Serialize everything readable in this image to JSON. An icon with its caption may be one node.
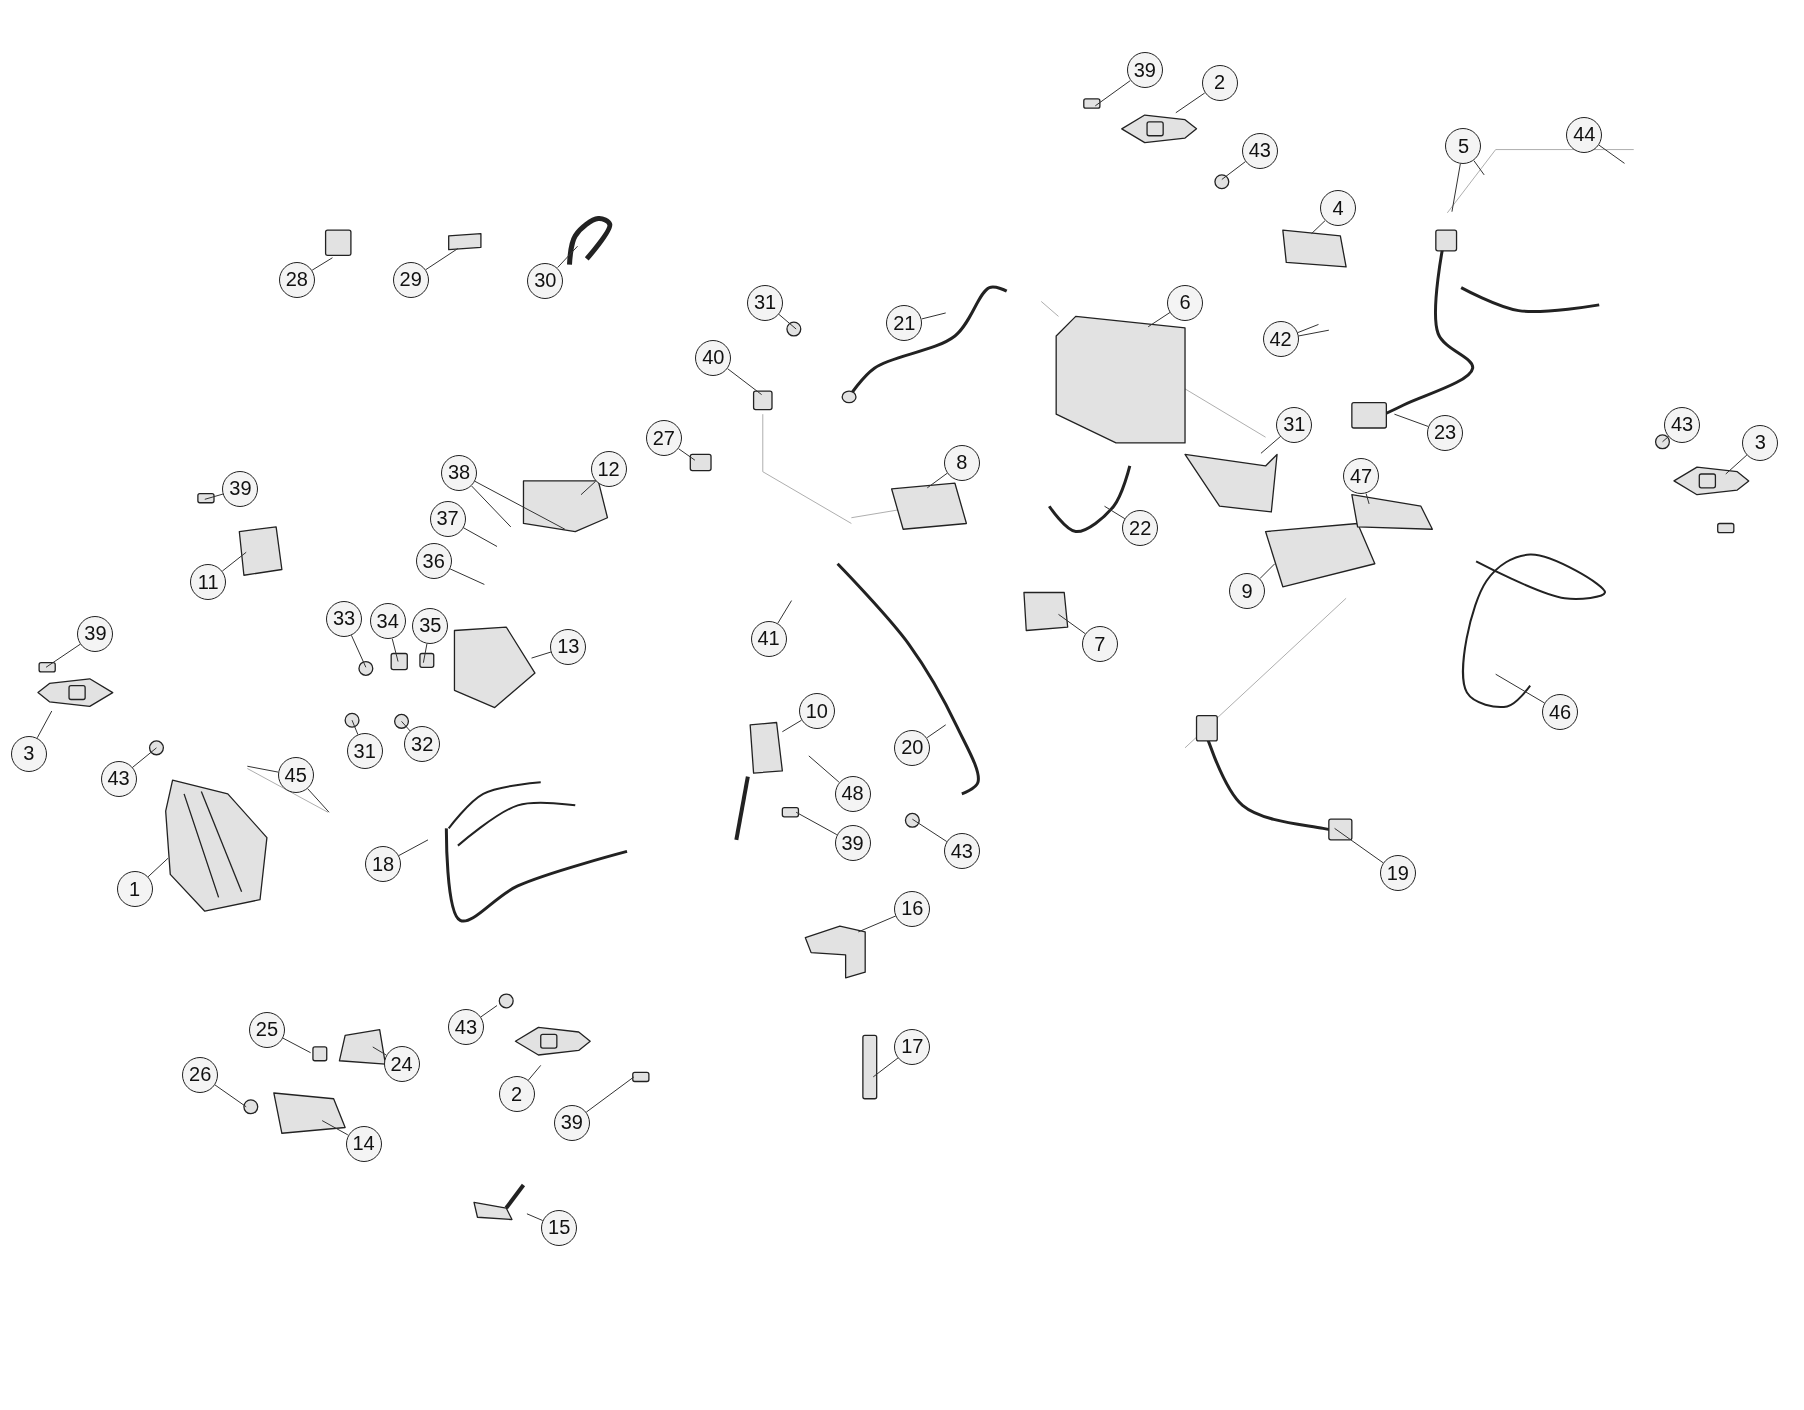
{
  "diagram": {
    "nodes": [
      {
        "text": [
          "39"
        ]
      },
      {
        "text": [
          "2"
        ]
      },
      {
        "text": [
          "43"
        ]
      },
      {
        "text": [
          "5"
        ]
      },
      {
        "text": [
          "44"
        ]
      },
      {
        "text": [
          "4"
        ]
      },
      {
        "text": [
          "28"
        ]
      },
      {
        "text": [
          "29"
        ]
      },
      {
        "text": [
          "30"
        ]
      },
      {
        "text": [
          "31"
        ]
      },
      {
        "text": [
          "21"
        ]
      },
      {
        "text": [
          "6"
        ]
      },
      {
        "text": [
          "42"
        ]
      },
      {
        "text": [
          "40"
        ]
      },
      {
        "text": [
          "23"
        ]
      },
      {
        "text": [
          "43"
        ]
      },
      {
        "text": [
          "3"
        ]
      },
      {
        "text": [
          "27"
        ]
      },
      {
        "text": [
          "31"
        ]
      },
      {
        "text": [
          "38"
        ]
      },
      {
        "text": [
          "12"
        ]
      },
      {
        "text": [
          "8"
        ]
      },
      {
        "text": [
          "47"
        ]
      },
      {
        "text": [
          "39"
        ]
      },
      {
        "text": [
          "22"
        ]
      },
      {
        "text": [
          "37"
        ]
      },
      {
        "text": [
          "36"
        ]
      },
      {
        "text": [
          "11"
        ]
      },
      {
        "text": [
          "9"
        ]
      },
      {
        "text": [
          "33"
        ]
      },
      {
        "text": [
          "34"
        ]
      },
      {
        "text": [
          "35"
        ]
      },
      {
        "text": [
          "13"
        ]
      },
      {
        "text": [
          "7"
        ]
      },
      {
        "text": [
          "41"
        ]
      },
      {
        "text": [
          "39"
        ]
      },
      {
        "text": [
          "3"
        ]
      },
      {
        "text": [
          "43"
        ]
      },
      {
        "text": [
          "31"
        ]
      },
      {
        "text": [
          "32"
        ]
      },
      {
        "text": [
          "45"
        ]
      },
      {
        "text": [
          "10"
        ]
      },
      {
        "text": [
          "20"
        ]
      },
      {
        "text": [
          "46"
        ]
      },
      {
        "text": [
          "48"
        ]
      },
      {
        "text": [
          "39"
        ]
      },
      {
        "text": [
          "43"
        ]
      },
      {
        "text": [
          "19"
        ]
      },
      {
        "text": [
          "1"
        ]
      },
      {
        "text": [
          "18"
        ]
      },
      {
        "text": [
          "16"
        ]
      },
      {
        "text": [
          "17"
        ]
      },
      {
        "text": [
          "43"
        ]
      },
      {
        "text": [
          "25"
        ]
      },
      {
        "text": [
          "24"
        ]
      },
      {
        "text": [
          "26"
        ]
      },
      {
        "text": [
          "2"
        ]
      },
      {
        "text": [
          "39"
        ]
      },
      {
        "text": [
          "14"
        ]
      },
      {
        "text": [
          "15"
        ]
      }
    ],
    "edges": [
      {
        "from": 0,
        "to": null,
        "arrow": "none"
      },
      {
        "from": 1,
        "to": null,
        "arrow": "none"
      },
      {
        "from": 2,
        "to": null,
        "arrow": "none"
      },
      {
        "from": 3,
        "to": null,
        "arrow": "none"
      },
      {
        "from": 4,
        "to": null,
        "arrow": "none"
      },
      {
        "from": 5,
        "to": null,
        "arrow": "none"
      },
      {
        "from": 6,
        "to": null,
        "arrow": "none"
      },
      {
        "from": 7,
        "to": null,
        "arrow": "none"
      },
      {
        "from": 8,
        "to": null,
        "arrow": "none"
      },
      {
        "from": 9,
        "to": null,
        "arrow": "none"
      },
      {
        "from": 10,
        "to": null,
        "arrow": "none"
      },
      {
        "from": 11,
        "to": null,
        "arrow": "none"
      },
      {
        "from": 12,
        "to": null,
        "arrow": "none"
      },
      {
        "from": 13,
        "to": null,
        "arrow": "none"
      },
      {
        "from": 14,
        "to": null,
        "arrow": "none"
      },
      {
        "from": 15,
        "to": null,
        "arrow": "none"
      },
      {
        "from": 16,
        "to": null,
        "arrow": "none"
      },
      {
        "from": 17,
        "to": null,
        "arrow": "none"
      },
      {
        "from": 18,
        "to": null,
        "arrow": "none"
      },
      {
        "from": 19,
        "to": null,
        "arrow": "none"
      },
      {
        "from": 20,
        "to": null,
        "arrow": "none"
      },
      {
        "from": 21,
        "to": null,
        "arrow": "none"
      },
      {
        "from": 22,
        "to": null,
        "arrow": "none"
      },
      {
        "from": 23,
        "to": null,
        "arrow": "none"
      },
      {
        "from": 24,
        "to": null,
        "arrow": "none"
      },
      {
        "from": 25,
        "to": null,
        "arrow": "none"
      },
      {
        "from": 26,
        "to": null,
        "arrow": "none"
      },
      {
        "from": 27,
        "to": null,
        "arrow": "none"
      },
      {
        "from": 28,
        "to": null,
        "arrow": "none"
      },
      {
        "from": 29,
        "to": null,
        "arrow": "none"
      },
      {
        "from": 30,
        "to": null,
        "arrow": "none"
      },
      {
        "from": 31,
        "to": null,
        "arrow": "none"
      },
      {
        "from": 32,
        "to": null,
        "arrow": "none"
      },
      {
        "from": 33,
        "to": null,
        "arrow": "none"
      },
      {
        "from": 34,
        "to": null,
        "arrow": "none"
      },
      {
        "from": 35,
        "to": null,
        "arrow": "none"
      },
      {
        "from": 36,
        "to": null,
        "arrow": "none"
      },
      {
        "from": 37,
        "to": null,
        "arrow": "none"
      },
      {
        "from": 38,
        "to": null,
        "arrow": "none"
      },
      {
        "from": 39,
        "to": null,
        "arrow": "none"
      },
      {
        "from": 40,
        "to": null,
        "arrow": "none"
      },
      {
        "from": 41,
        "to": null,
        "arrow": "none"
      },
      {
        "from": 42,
        "to": null,
        "arrow": "none"
      },
      {
        "from": 43,
        "to": null,
        "arrow": "none"
      },
      {
        "from": 44,
        "to": null,
        "arrow": "none"
      },
      {
        "from": 45,
        "to": null,
        "arrow": "none"
      },
      {
        "from": 46,
        "to": null,
        "arrow": "none"
      },
      {
        "from": 47,
        "to": null,
        "arrow": "none"
      },
      {
        "from": 48,
        "to": null,
        "arrow": "none"
      },
      {
        "from": 49,
        "to": null,
        "arrow": "none"
      },
      {
        "from": 50,
        "to": null,
        "arrow": "none"
      },
      {
        "from": 51,
        "to": null,
        "arrow": "none"
      },
      {
        "from": 52,
        "to": null,
        "arrow": "none"
      },
      {
        "from": 53,
        "to": null,
        "arrow": "none"
      },
      {
        "from": 54,
        "to": null,
        "arrow": "none"
      },
      {
        "from": 55,
        "to": null,
        "arrow": "none"
      },
      {
        "from": 56,
        "to": null,
        "arrow": "none"
      },
      {
        "from": 57,
        "to": null,
        "arrow": "none"
      },
      {
        "from": 58,
        "to": null,
        "arrow": "none"
      },
      {
        "from": 59,
        "to": null,
        "arrow": "none"
      },
      {
        "from": 19,
        "to": null,
        "arrow": "none"
      },
      {
        "from": 40,
        "to": null,
        "arrow": "none"
      },
      {
        "from": 12,
        "to": null,
        "arrow": "none"
      },
      {
        "from": 3,
        "to": null,
        "arrow": "none"
      }
    ]
  }
}
